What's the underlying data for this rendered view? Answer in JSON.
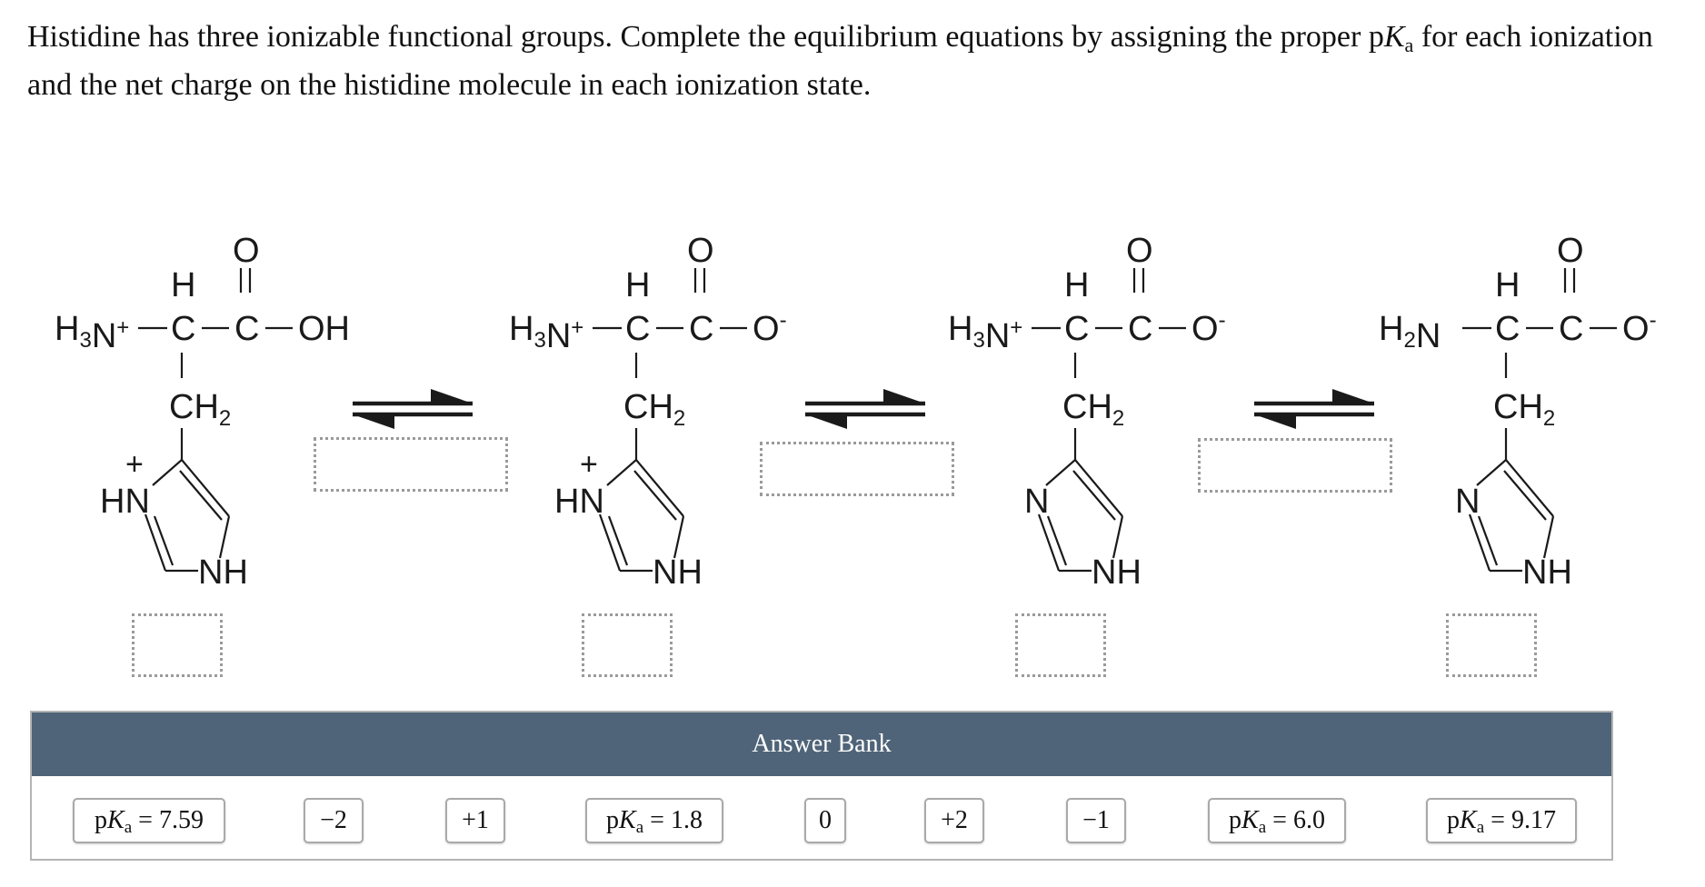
{
  "question": {
    "part1": "Histidine has three ionizable functional groups. Complete the equilibrium equations by assigning the proper p",
    "pka_italic": "K",
    "pka_sub": "a",
    "part2": " for each ionization and the net charge on the histidine molecule in each ionization state."
  },
  "molecules": [
    {
      "amino": "H",
      "amino_sub": "3",
      "amino_n": "N",
      "amino_charge": "+",
      "carboxyl": "OH",
      "carboxyl_charge": "",
      "ring_top": "HN",
      "ring_top_charge": "+",
      "ring_bottom": "NH"
    },
    {
      "amino": "H",
      "amino_sub": "3",
      "amino_n": "N",
      "amino_charge": "+",
      "carboxyl": "O",
      "carboxyl_charge": "-",
      "ring_top": "HN",
      "ring_top_charge": "+",
      "ring_bottom": "NH"
    },
    {
      "amino": "H",
      "amino_sub": "3",
      "amino_n": "N",
      "amino_charge": "+",
      "carboxyl": "O",
      "carboxyl_charge": "-",
      "ring_top": "N",
      "ring_top_charge": "",
      "ring_bottom": "NH"
    },
    {
      "amino": "H",
      "amino_sub": "2",
      "amino_n": "N",
      "amino_charge": "",
      "carboxyl": "O",
      "carboxyl_charge": "-",
      "ring_top": "N",
      "ring_top_charge": "",
      "ring_bottom": "NH"
    }
  ],
  "common": {
    "alpha_h": "H",
    "carbon": "C",
    "carbonyl_o": "O",
    "ch2": "CH",
    "ch2_sub": "2"
  },
  "answer_bank": {
    "header": "Answer Bank",
    "pka_prefix": "p",
    "pka_italic": "K",
    "pka_sub": "a",
    "chips": [
      {
        "label": "= 7.59",
        "is_pka": true
      },
      {
        "label": "−2",
        "is_pka": false
      },
      {
        "label": "+1",
        "is_pka": false
      },
      {
        "label": "= 1.8",
        "is_pka": true
      },
      {
        "label": "0",
        "is_pka": false
      },
      {
        "label": "+2",
        "is_pka": false
      },
      {
        "label": "−1",
        "is_pka": false
      },
      {
        "label": "= 6.0",
        "is_pka": true
      },
      {
        "label": "= 9.17",
        "is_pka": true
      }
    ]
  }
}
